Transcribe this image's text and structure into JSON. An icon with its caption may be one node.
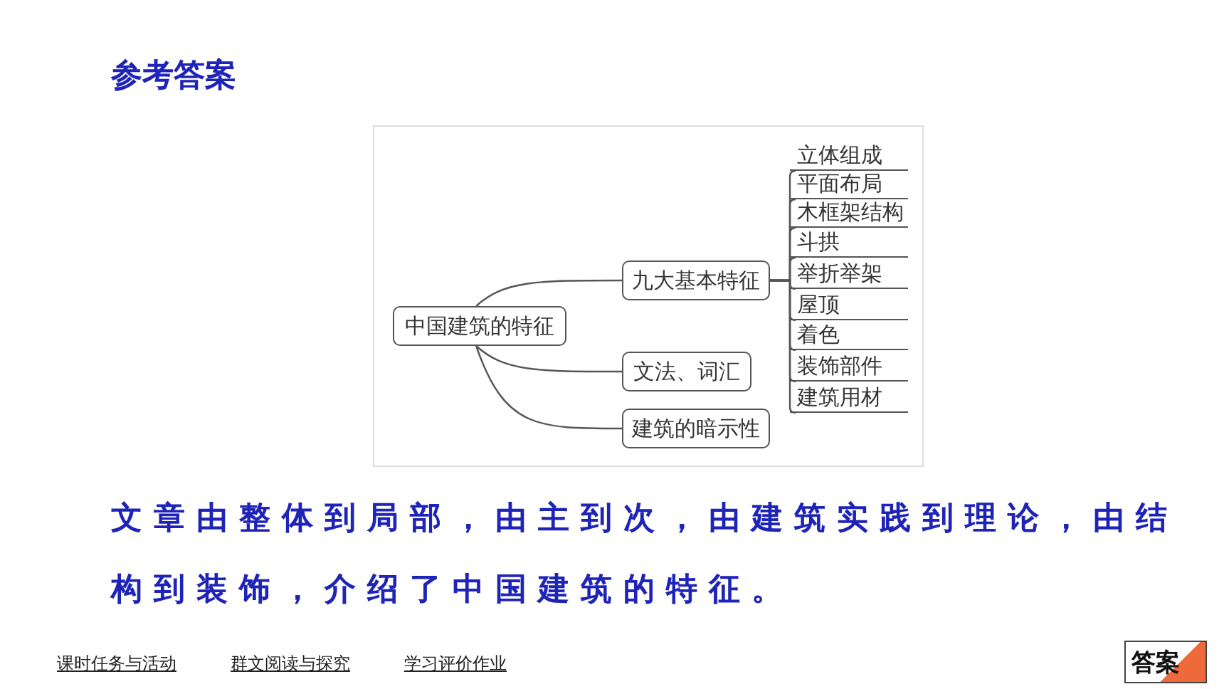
{
  "diagram": {
    "title": "参考答案",
    "nodes": [
      {
        "text": [
          "中国建筑的特征"
        ]
      },
      {
        "text": [
          "九大基本特征"
        ]
      },
      {
        "text": [
          "文法、词汇"
        ]
      },
      {
        "text": [
          "建筑的暗示性"
        ]
      },
      {
        "text": [
          "立体组成"
        ]
      },
      {
        "text": [
          "平面布局"
        ]
      },
      {
        "text": [
          "木框架结构"
        ]
      },
      {
        "text": [
          "斗拱"
        ]
      },
      {
        "text": [
          "举折举架"
        ]
      },
      {
        "text": [
          "屋顶"
        ]
      },
      {
        "text": [
          "着色"
        ]
      },
      {
        "text": [
          "装饰部件"
        ]
      },
      {
        "text": [
          "建筑用材"
        ]
      }
    ],
    "edges": [
      {
        "from": 0,
        "to": 1,
        "arrow": "none"
      },
      {
        "from": 0,
        "to": 2,
        "arrow": "none"
      },
      {
        "from": 0,
        "to": 3,
        "arrow": "none"
      },
      {
        "from": 1,
        "to": 4,
        "arrow": "none"
      },
      {
        "from": 1,
        "to": 5,
        "arrow": "none"
      },
      {
        "from": 1,
        "to": 6,
        "arrow": "none"
      },
      {
        "from": 1,
        "to": 7,
        "arrow": "none"
      },
      {
        "from": 1,
        "to": 8,
        "arrow": "none"
      },
      {
        "from": 1,
        "to": 9,
        "arrow": "none"
      },
      {
        "from": 1,
        "to": 10,
        "arrow": "none"
      },
      {
        "from": 1,
        "to": 11,
        "arrow": "none"
      },
      {
        "from": 1,
        "to": 12,
        "arrow": "none"
      }
    ],
    "labels": [
      "文章由整体到局部，由主到次，由建筑实践到理论，由结构到装饰，介绍了中国建筑的特征。",
      "课时任务与活动",
      "群文阅读与探究",
      "学习评价作业",
      "答案"
    ]
  }
}
